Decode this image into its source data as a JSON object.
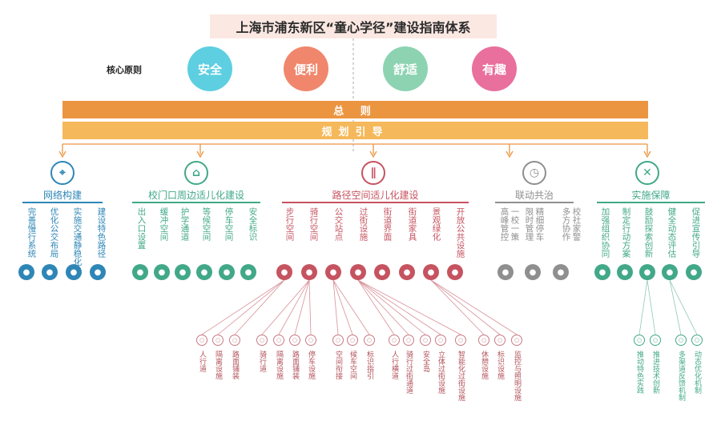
{
  "title": "上海市浦东新区“童心学径”建设指南体系",
  "core": {
    "label": "核心原则",
    "principles": [
      {
        "label": "安全",
        "color": "#5dcfe0"
      },
      {
        "label": "便利",
        "color": "#f0876c"
      },
      {
        "label": "舒适",
        "color": "#8dd3b2"
      },
      {
        "label": "有趣",
        "color": "#e96f9d"
      }
    ]
  },
  "bars": {
    "general": "总 则",
    "planning": "规划引导"
  },
  "colors": {
    "blue": "#2e86b6",
    "green": "#41a888",
    "red": "#c65360",
    "gray": "#8f8f8f",
    "orange": "#ec9540",
    "light_orange": "#f5b85a"
  },
  "categories": [
    {
      "title": "网络构建",
      "color": "#2e86b6",
      "icon": "map-icon",
      "items": [
        "完善慢行系统",
        "优化公交布局",
        "实施交通静稳化",
        "建设特色路径"
      ],
      "item_icons": [
        "route-icon",
        "grid-icon",
        "speed-bump-icon",
        "path-icon"
      ]
    },
    {
      "title": "校门口周边适儿化建设",
      "color": "#41a888",
      "icon": "school-icon",
      "items": [
        "出入口设置",
        "缓冲空间",
        "护学通道",
        "等候空间",
        "停车空间",
        "安全标识"
      ],
      "item_icons": [
        "gate-icon",
        "buffer-icon",
        "guard-icon",
        "waiting-icon",
        "parking-icon",
        "warning-sign-icon"
      ]
    },
    {
      "title": "路径空间适儿化建设",
      "color": "#c65360",
      "icon": "road-icon",
      "items": [
        "步行空间",
        "骑行空间",
        "公交站点",
        "过街设施",
        "街道界面",
        "街道家具",
        "景观绿化",
        "开放公共设施"
      ],
      "item_icons": [
        "walkway-icon",
        "bike-icon",
        "bus-icon",
        "crossing-icon",
        "facade-icon",
        "furniture-icon",
        "greenery-icon",
        "public-facility-icon"
      ]
    },
    {
      "title": "联动共治",
      "color": "#8f8f8f",
      "icon": "clock-icon",
      "items": [
        "高峰管控",
        "一校一策",
        "限时管理",
        "精细停车",
        "多方协作",
        "校社家警"
      ],
      "item_icons": [
        "car-icon",
        "time-limit-icon",
        "cooperation-icon"
      ]
    },
    {
      "title": "实施保障",
      "color": "#41a888",
      "icon": "tools-icon",
      "items": [
        "加强组织协同",
        "制定行动方案",
        "鼓励探索创新",
        "健全动态评估",
        "促进宣传引导"
      ],
      "item_icons": [
        "team-icon",
        "plan-icon",
        "idea-icon",
        "chart-icon",
        "camera-icon"
      ]
    }
  ],
  "sub_items": {
    "red": [
      "人行道",
      "隔离设施",
      "路面铺装",
      "骑行道",
      "隔离设施",
      "路面铺装",
      "停车设施",
      "空间衔接",
      "候车空间",
      "标识指引",
      "人行横道",
      "骑行过街通道",
      "安全岛",
      "立体过街设施",
      "智能化过街设施",
      "休憩设施",
      "标识设施",
      "监控与照明设施"
    ],
    "green": [
      "推动特色实践",
      "推进技术创新",
      "多渠道反馈机制",
      "动态优化机制"
    ]
  }
}
